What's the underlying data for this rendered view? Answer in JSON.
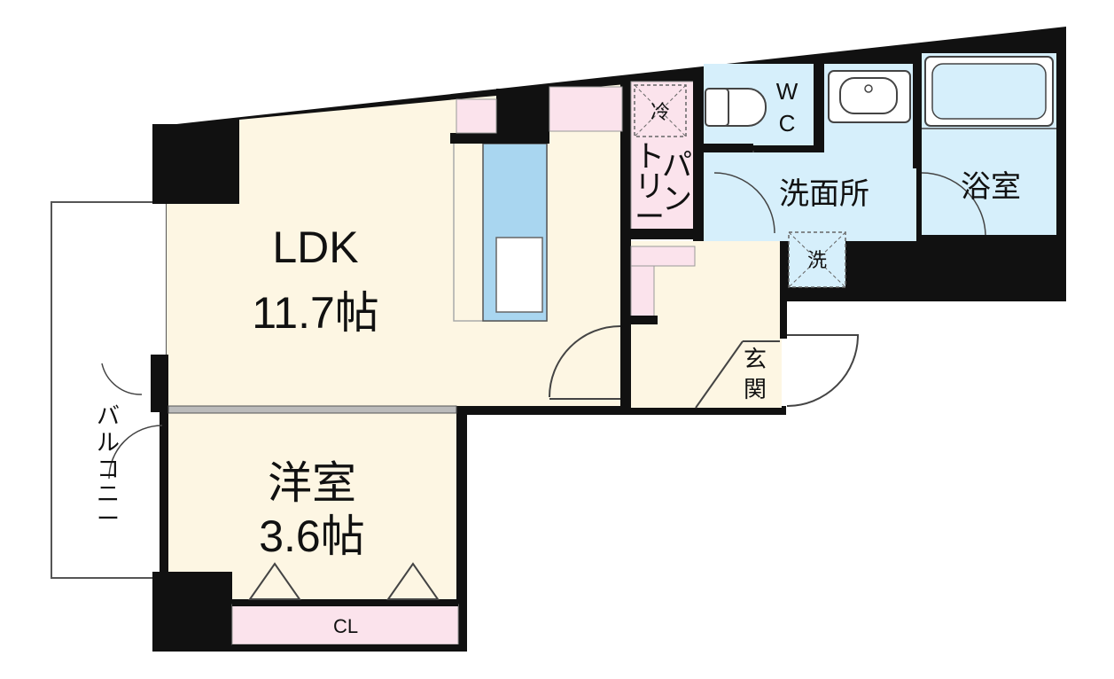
{
  "colors": {
    "wall": "#111111",
    "living_floor": "#fdf6e3",
    "wet_floor": "#d6effb",
    "storage_floor": "#fbe3ec",
    "balcony_floor": "#ffffff",
    "fixture_blue": "#a9d6f0"
  },
  "rooms": {
    "ldk": {
      "name": "LDK",
      "size": "11.7帖"
    },
    "western": {
      "name": "洋室",
      "size": "3.6帖"
    },
    "entrance": {
      "name_line1": "玄",
      "name_line2": "関"
    },
    "washroom": {
      "name": "洗面所"
    },
    "bathroom": {
      "name": "浴室"
    },
    "toilet": {
      "name_line1": "W",
      "name_line2": "C"
    },
    "pantry": {
      "col1": [
        "パ",
        "ン"
      ],
      "col2": [
        "ト",
        "リ",
        "ー"
      ]
    },
    "balcony": {
      "chars": [
        "バ",
        "ル",
        "コ",
        "ニ",
        "ー"
      ]
    },
    "closet": {
      "name": "CL"
    }
  },
  "fixtures": {
    "fridge": {
      "symbol": "冷"
    },
    "washer": {
      "symbol": "洗"
    }
  },
  "icons": [
    "toilet-icon",
    "washbasin-icon",
    "bathtub-icon",
    "kitchen-counter-icon"
  ]
}
